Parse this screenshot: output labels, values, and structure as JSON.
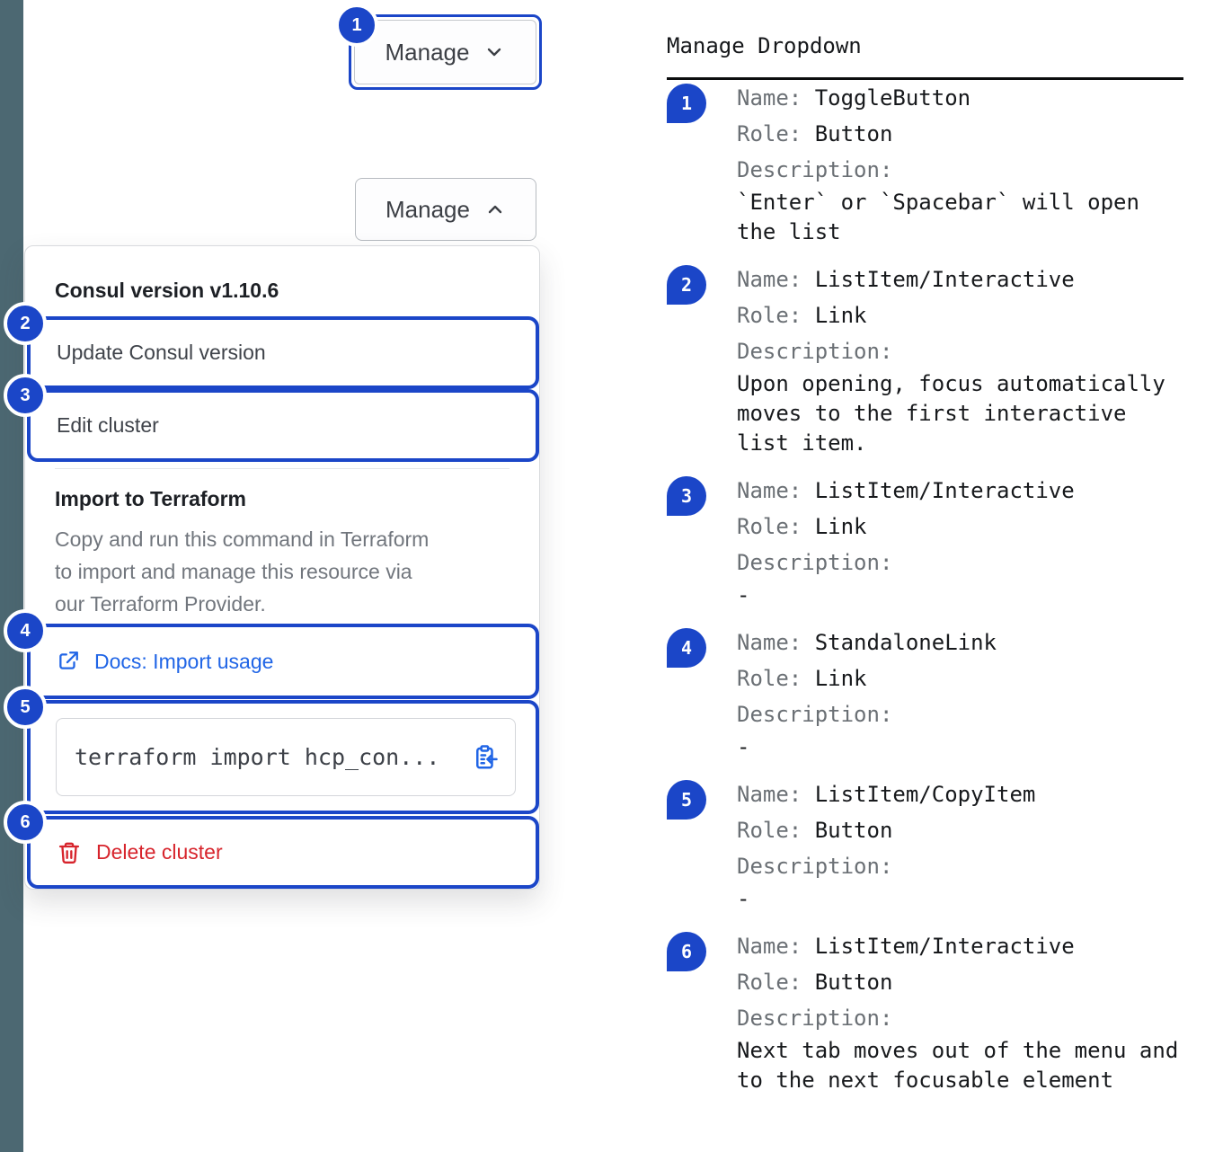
{
  "colors": {
    "accent_blue": "#1b46c8",
    "link_blue": "#2065e6",
    "danger_red": "#d7242c",
    "edge_bar_slate": "#4c6872"
  },
  "demo": {
    "toggle_button_collapsed": {
      "label": "Manage",
      "badge": "1",
      "chevron": "chevron-down"
    },
    "toggle_button_expanded": {
      "label": "Manage",
      "chevron": "chevron-up"
    },
    "dropdown": {
      "version_header": "Consul version v1.10.6",
      "items": [
        {
          "badge": "2",
          "label": "Update Consul version"
        },
        {
          "badge": "3",
          "label": "Edit cluster"
        }
      ],
      "terraform_header": "Import to Terraform",
      "terraform_description": "Copy and run this command in Terraform\nto import and manage this resource via\nour Terraform Provider.",
      "docs_link": {
        "badge": "4",
        "label": "Docs: Import usage",
        "icon": "docs-link-icon"
      },
      "copy_item": {
        "badge": "5",
        "code": "terraform import hcp_con...",
        "icon": "clipboard-copy-icon"
      },
      "delete_item": {
        "badge": "6",
        "label": "Delete cluster",
        "icon": "trash-icon"
      }
    }
  },
  "legend": {
    "title": "Manage Dropdown",
    "name_label": "Name:",
    "role_label": "Role:",
    "description_label": "Description:",
    "entries": [
      {
        "number": "1",
        "name": "ToggleButton",
        "role": "Button",
        "description": "`Enter` or `Spacebar` will open\nthe list"
      },
      {
        "number": "2",
        "name": "ListItem/Interactive",
        "role": "Link",
        "description": "Upon opening, focus automatically\nmoves to the first interactive\nlist item."
      },
      {
        "number": "3",
        "name": "ListItem/Interactive",
        "role": "Link",
        "description": "-"
      },
      {
        "number": "4",
        "name": "StandaloneLink",
        "role": "Link",
        "description": "-"
      },
      {
        "number": "5",
        "name": "ListItem/CopyItem",
        "role": "Button",
        "description": "-"
      },
      {
        "number": "6",
        "name": "ListItem/Interactive",
        "role": "Button",
        "description": "Next tab moves out of the menu and\nto the next focusable element"
      }
    ]
  }
}
